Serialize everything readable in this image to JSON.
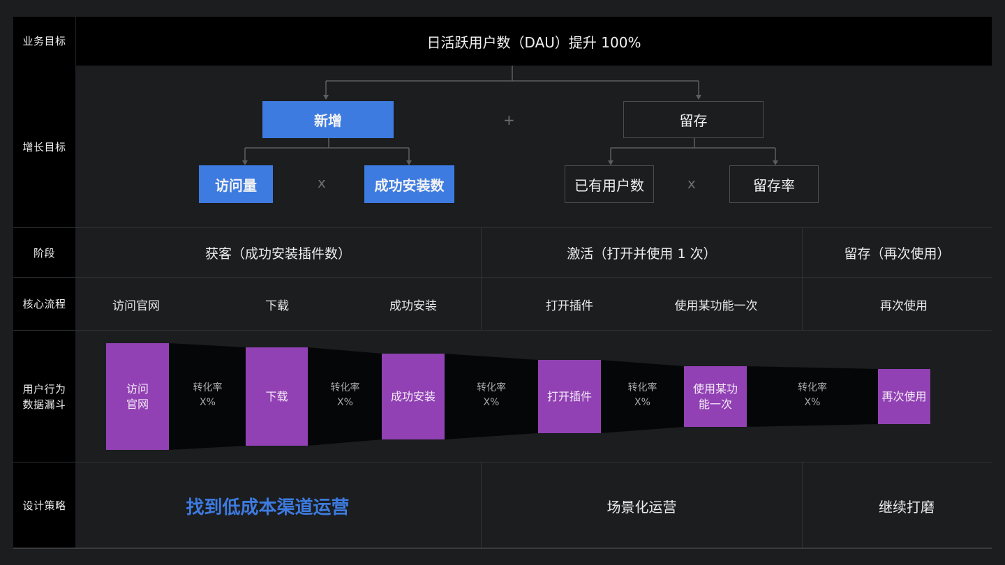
{
  "colors": {
    "background": "#1b1d1f",
    "label_column": "#000000",
    "blue_accent": "#3d7be0",
    "purple_step": "#9141b3",
    "funnel_band": "#050607",
    "grid_line": "#2f3234"
  },
  "rows": {
    "business": {
      "label": "业务目标",
      "content": "日活跃用户数（DAU）提升 100%"
    },
    "growth": {
      "label": "增长目标",
      "new_users": "新增",
      "retention": "留存",
      "plus_operator": "+",
      "visits": "访问量",
      "installs": "成功安装数",
      "new_multiply": "x",
      "existing_users": "已有用户数",
      "retention_rate": "留存率",
      "retention_multiply": "x"
    },
    "stage": {
      "label": "阶段",
      "items": [
        {
          "label": "获客（成功安装插件数）"
        },
        {
          "label": "激活（打开并使用 1 次）"
        },
        {
          "label": "留存（再次使用）"
        }
      ]
    },
    "flow": {
      "label": "核心流程",
      "items": [
        {
          "label": "访问官网"
        },
        {
          "label": "下载"
        },
        {
          "label": "成功安装"
        },
        {
          "label": "打开插件"
        },
        {
          "label": "使用某功能一次"
        },
        {
          "label": "再次使用"
        }
      ]
    },
    "funnel": {
      "label_line1": "用户行为",
      "label_line2": "数据漏斗",
      "steps": [
        {
          "line1": "访问",
          "line2": "官网"
        },
        {
          "line1": "下载",
          "line2": ""
        },
        {
          "line1": "成功安装",
          "line2": ""
        },
        {
          "line1": "打开插件",
          "line2": ""
        },
        {
          "line1": "使用某功",
          "line2": "能一次"
        },
        {
          "line1": "再次使用",
          "line2": ""
        }
      ],
      "rates": [
        {
          "label": "转化率",
          "value": "X%"
        },
        {
          "label": "转化率",
          "value": "X%"
        },
        {
          "label": "转化率",
          "value": "X%"
        },
        {
          "label": "转化率",
          "value": "X%"
        },
        {
          "label": "转化率",
          "value": "X%"
        }
      ]
    },
    "strategy": {
      "label": "设计策略",
      "items": [
        {
          "label": "找到低成本渠道运营"
        },
        {
          "label": "场景化运营"
        },
        {
          "label": "继续打磨"
        }
      ]
    }
  }
}
